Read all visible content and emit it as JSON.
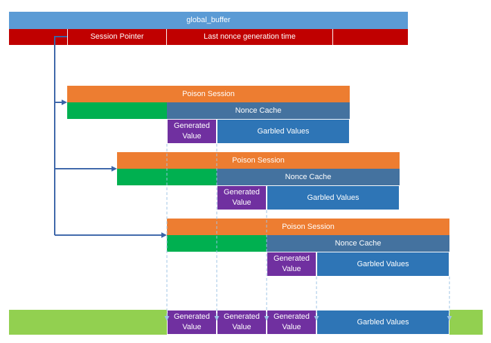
{
  "global_buffer": {
    "title": "global_buffer",
    "fields": [
      "Session Pointer",
      "Last nonce generation time"
    ]
  },
  "sessions": [
    {
      "title": "Poison Session",
      "cache": "Nonce Cache",
      "generated": [
        "Generated",
        "Value"
      ],
      "garbled": "Garbled Values"
    },
    {
      "title": "Poison Session",
      "cache": "Nonce Cache",
      "generated": [
        "Generated",
        "Value"
      ],
      "garbled": "Garbled Values"
    },
    {
      "title": "Poison Session",
      "cache": "Nonce Cache",
      "generated": [
        "Generated",
        "Value"
      ],
      "garbled": "Garbled Values"
    }
  ],
  "output_buffer": {
    "generated": [
      [
        "Generated",
        "Value"
      ],
      [
        "Generated",
        "Value"
      ],
      [
        "Generated",
        "Value"
      ]
    ],
    "garbled": "Garbled Values"
  },
  "colors": {
    "blue_header": "#5b9bd5",
    "red": "#c00000",
    "orange": "#ed7d31",
    "green": "#00b050",
    "steel": "#44729f",
    "blue": "#2e75b6",
    "purple": "#7030a0",
    "lime": "#92d050",
    "arrow": "#3a64a8",
    "dashed": "#9dc3e6"
  }
}
